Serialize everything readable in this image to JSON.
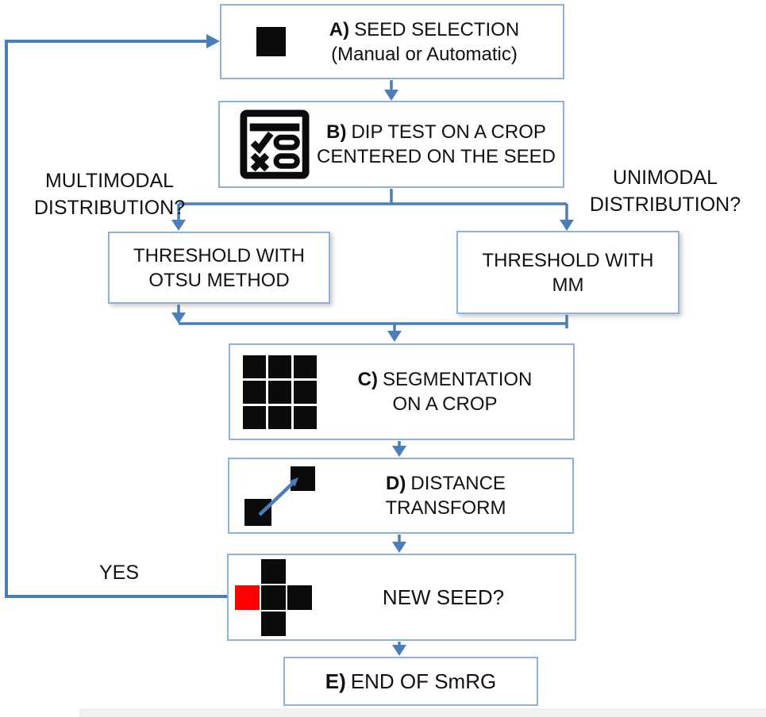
{
  "nodes": {
    "seed_selection": {
      "prefix": "A)",
      "line1": "SEED SELECTION",
      "line2": "(Manual or Automatic)",
      "icon": "seed-square-icon"
    },
    "dip_test": {
      "prefix": "B)",
      "line1": "DIP TEST ON A CROP",
      "line2": "CENTERED ON THE SEED",
      "icon": "checklist-icon"
    },
    "otsu": {
      "line1": "THRESHOLD WITH",
      "line2": "OTSU METHOD"
    },
    "mm": {
      "line1": "THRESHOLD WITH",
      "line2": "MM"
    },
    "segmentation": {
      "prefix": "C)",
      "line1": "SEGMENTATION",
      "line2": "ON A CROP",
      "icon": "segmentation-grid-icon"
    },
    "distance_transform": {
      "prefix": "D)",
      "line1": "DISTANCE",
      "line2": "TRANSFORM",
      "icon": "distance-transform-icon"
    },
    "new_seed": {
      "label": "NEW SEED?",
      "icon": "new-seed-cross-icon"
    },
    "end": {
      "prefix": "E)",
      "label": "END OF SmRG"
    }
  },
  "labels": {
    "multimodal_line1": "MULTIMODAL",
    "multimodal_line2": "DISTRIBUTION?",
    "unimodal_line1": "UNIMODAL",
    "unimodal_line2": "DISTRIBUTION?",
    "yes": "YES"
  },
  "colors": {
    "connector": "#4a7ebb",
    "box_border": "#8fb2d9",
    "text": "#111111",
    "seed_red": "#fe0000",
    "icon_black": "#0b0b0b",
    "strip": "#f2f1f2"
  }
}
